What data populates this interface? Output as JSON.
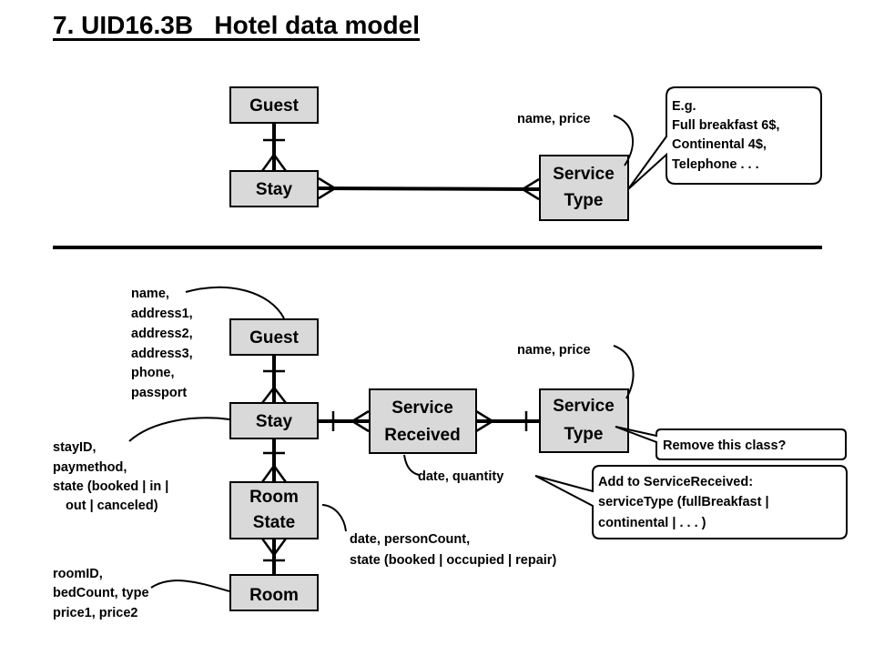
{
  "title": "7. UID16.3B   Hotel data model",
  "top": {
    "guest": "Guest",
    "stay": "Stay",
    "service_type": [
      "Service",
      "Type"
    ],
    "service_type_attrs": "name, price",
    "example_note": [
      "E.g.",
      "Full breakfast 6$,",
      "Continental 4$,",
      "Telephone  . . ."
    ]
  },
  "bottom": {
    "guest": "Guest",
    "stay": "Stay",
    "room_state": [
      "Room",
      "State"
    ],
    "room": "Room",
    "service_received": [
      "Service",
      "Received"
    ],
    "service_type": [
      "Service",
      "Type"
    ],
    "guest_attrs": [
      "name,",
      "address1,",
      "address2,",
      "address3,",
      "phone,",
      "passport"
    ],
    "stay_attrs": [
      "stayID,",
      "paymethod,",
      "state (booked | in |",
      "out | canceled)"
    ],
    "room_attrs": [
      "roomID,",
      "bedCount, type",
      "price1, price2"
    ],
    "room_state_attrs": [
      "date, personCount,",
      "state (booked | occupied | repair)"
    ],
    "service_received_attrs": "date, quantity",
    "service_type_attrs": "name, price",
    "remove_note": "Remove this class?",
    "add_note": [
      "Add to ServiceReceived:",
      "serviceType (fullBreakfast |",
      "continental | . . . )"
    ]
  }
}
